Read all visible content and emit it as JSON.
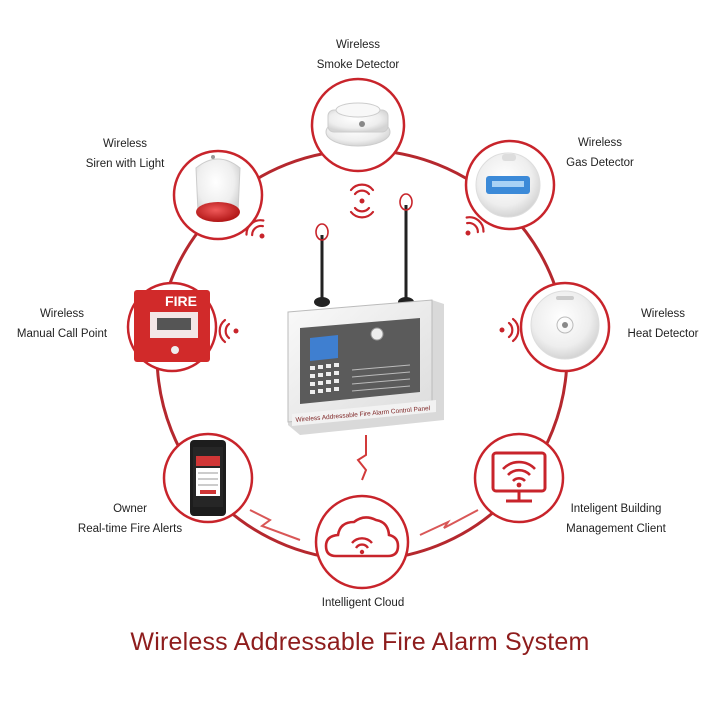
{
  "title": "Wireless Addressable Fire Alarm System",
  "colors": {
    "accent": "#c8242b",
    "ring": "#b5282e",
    "title": "#8e1d1d"
  },
  "panel": {
    "front_text": "Wireless Addressable Fire Alarm Control Panel"
  },
  "devices": {
    "smoke_detector": {
      "line1": "Wireless",
      "line2": "Smoke Detector",
      "icon": "smoke-detector-icon"
    },
    "siren": {
      "line1": "Wireless",
      "line2": "Siren with Light",
      "icon": "siren-icon"
    },
    "gas_detector": {
      "line1": "Wireless",
      "line2": "Gas Detector",
      "icon": "gas-detector-icon"
    },
    "call_point": {
      "line1": "Wireless",
      "line2": "Manual Call Point",
      "icon": "manual-call-point-icon",
      "badge": "FIRE"
    },
    "heat_detector": {
      "line1": "Wireless",
      "line2": "Heat Detector",
      "icon": "heat-detector-icon"
    },
    "owner": {
      "line1": "Owner",
      "line2": "Real-time Fire Alerts",
      "icon": "smartphone-icon"
    },
    "bms": {
      "line1": "Inteligent Building",
      "line2": "Management Client",
      "icon": "monitor-icon"
    },
    "cloud": {
      "line1": "Intelligent Cloud",
      "icon": "cloud-icon"
    }
  }
}
